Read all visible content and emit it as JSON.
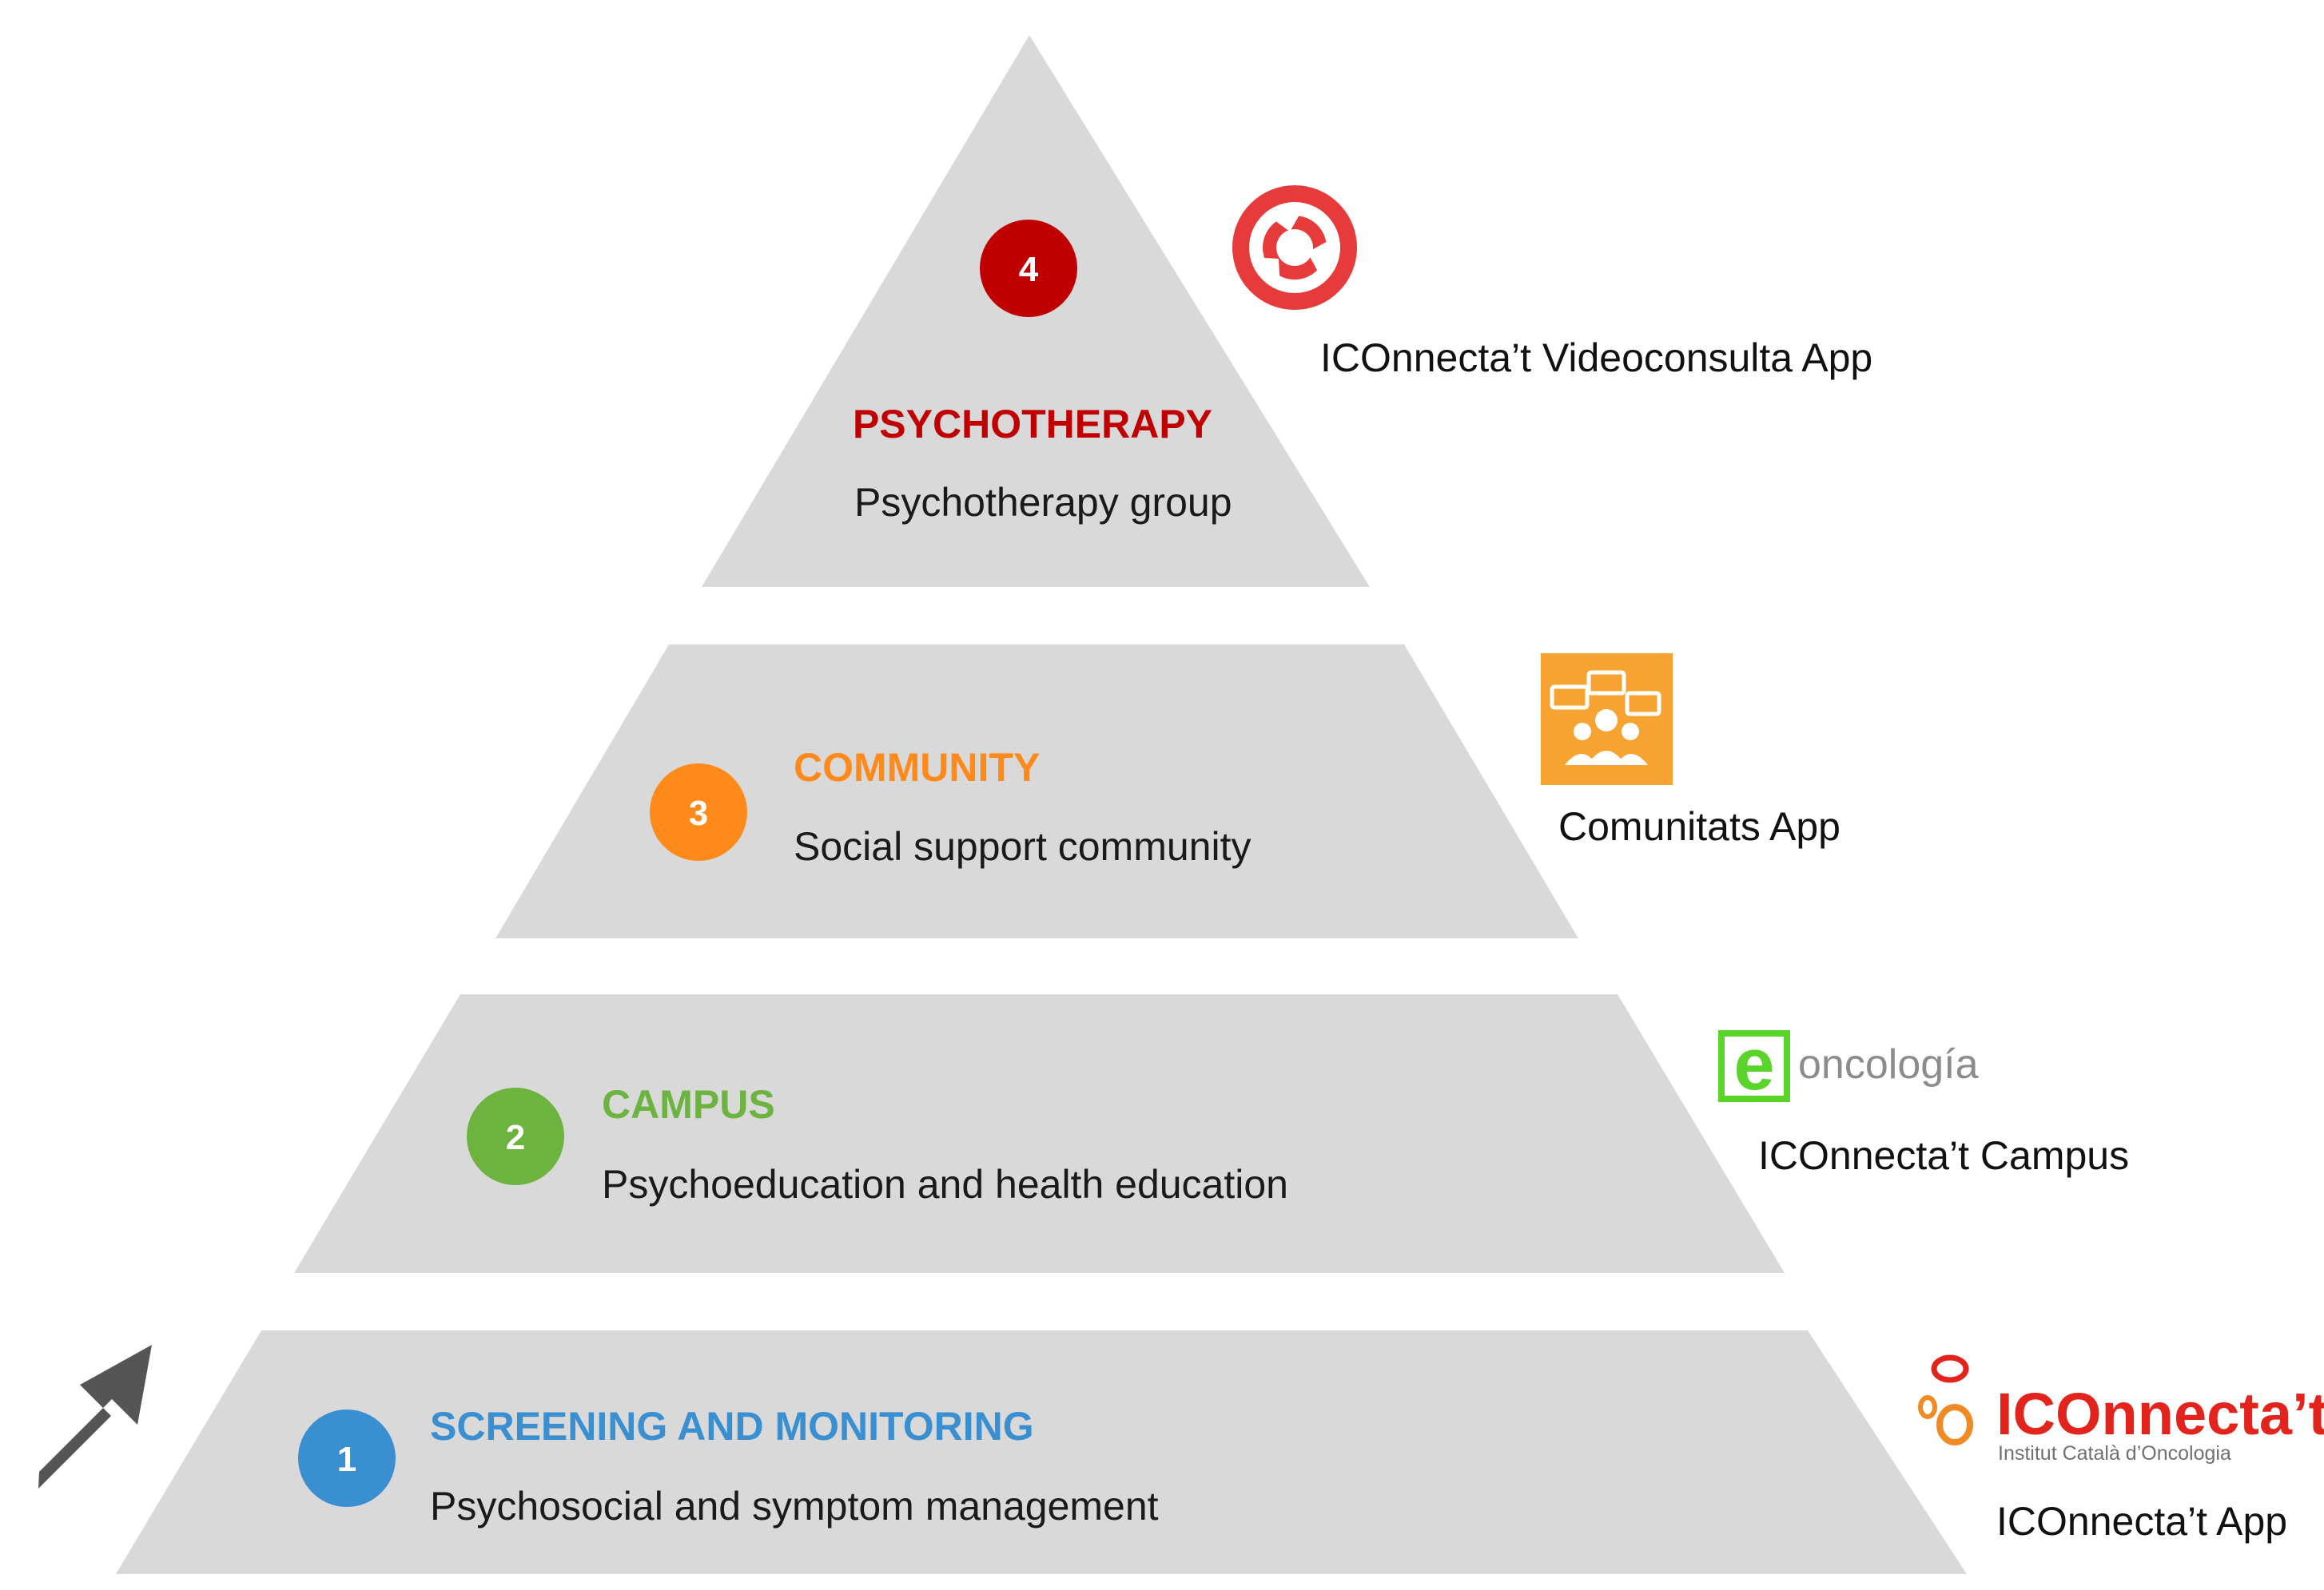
{
  "tiers": [
    {
      "number": "1",
      "title": "SCREENING AND MONITORING",
      "description": "Psychosocial and symptom management",
      "color": "#3a8fd0",
      "app": "ICOnnecta’t App"
    },
    {
      "number": "2",
      "title": "CAMPUS",
      "description": "Psychoeducation and health education",
      "color": "#6cb33f",
      "app": "ICOnnecta’t Campus"
    },
    {
      "number": "3",
      "title": "COMMUNITY",
      "description": "Social support community",
      "color": "#ff8a1c",
      "app": "Comunitats App"
    },
    {
      "number": "4",
      "title": "PSYCHOTHERAPY",
      "description": "Psychotherapy group",
      "color": "#c00000",
      "app": "ICOnnecta’t Videoconsulta App"
    }
  ],
  "logos": {
    "iconnectat": {
      "name": "ICOnnecta’t",
      "subtitle": "Institut Català d’Oncologia",
      "color": "#e2241c"
    },
    "eoncologia": {
      "prefix": "e",
      "name": "oncología",
      "color": "#5ad42a"
    },
    "comunitats": {
      "icon": "community-chat-icon",
      "color": "#f7a332"
    },
    "videoconsulta": {
      "icon": "camera-aperture-icon",
      "color": "#e73a3a"
    }
  },
  "arrow": {
    "icon": "up-right-arrow-icon",
    "color": "#555555"
  },
  "pyramid_color": "#d9d9d9"
}
